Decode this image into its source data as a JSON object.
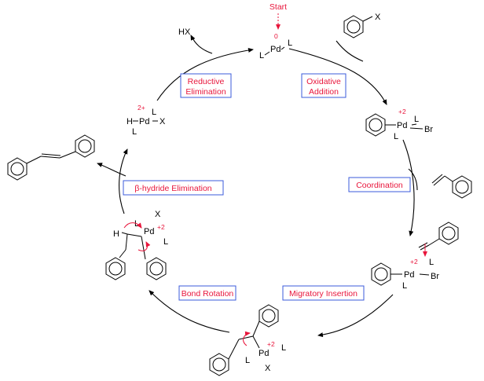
{
  "start_label": "Start",
  "steps": [
    {
      "id": "oxidative-addition",
      "lines": [
        "Oxidative",
        "Addition"
      ]
    },
    {
      "id": "coordination",
      "lines": [
        "Coordination"
      ]
    },
    {
      "id": "migratory-insertion",
      "lines": [
        "Migratory Insertion"
      ]
    },
    {
      "id": "bond-rotation",
      "lines": [
        "Bond Rotation"
      ]
    },
    {
      "id": "beta-hydride-elimination",
      "lines": [
        "β-hydride Elimination"
      ]
    },
    {
      "id": "reductive-elimination",
      "lines": [
        "Reductive",
        "Elimination"
      ]
    }
  ],
  "species": {
    "pd0": {
      "metal": "Pd",
      "ligand": "L",
      "ox_state": "0"
    },
    "aryl_halide": {
      "substituent": "X"
    },
    "oxidative_adduct": {
      "metal": "Pd",
      "ligand": "L",
      "halide": "Br",
      "ox_state": "+2"
    },
    "insertion_complex": {
      "metal": "Pd",
      "ligand": "L",
      "halide": "Br",
      "ox_state": "+2"
    },
    "alkyl_pd": {
      "metal": "Pd",
      "ligand": "L",
      "halide": "X",
      "ox_state": "+2"
    },
    "beta_complex": {
      "metal": "Pd",
      "ligand": "L",
      "halide": "X",
      "hydrogen": "H",
      "ox_state": "+2"
    },
    "hydrido_pd": {
      "metal": "Pd",
      "ligand": "L",
      "halide": "X",
      "hydrogen": "H",
      "ox_state": "2+"
    },
    "byproduct": {
      "text": "HX"
    }
  },
  "colors": {
    "label_text": "#e8153b",
    "box_border": "#3b5bdb",
    "line": "#000000"
  }
}
